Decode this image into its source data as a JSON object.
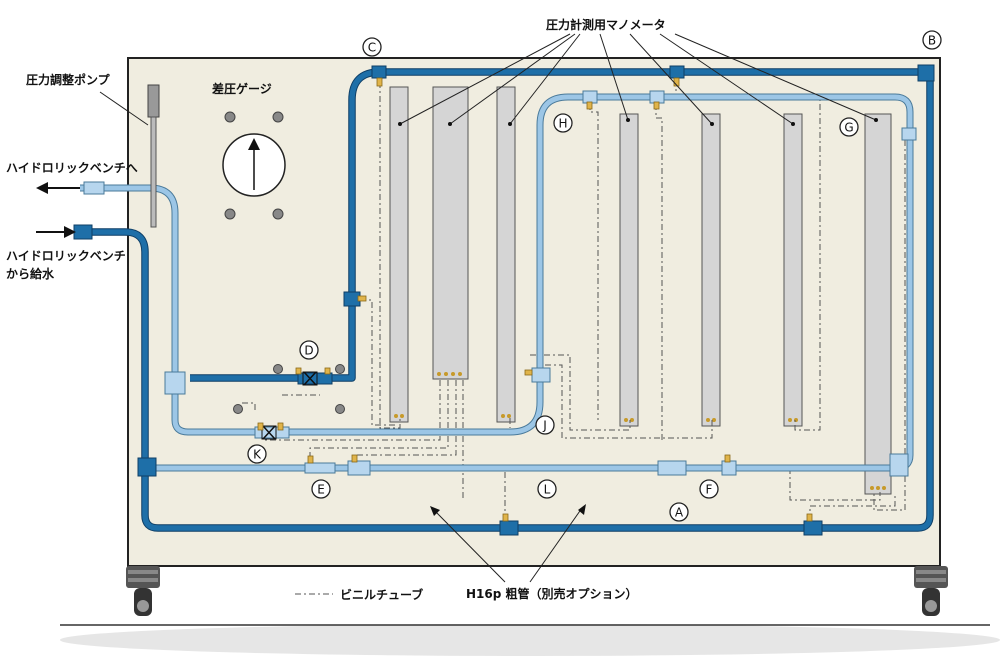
{
  "labels": {
    "manometer": "圧力計測用マノメータ",
    "pump": "圧力調整ポンプ",
    "diff_gauge": "差圧ゲージ",
    "to_bench": "ハイドロリックベンチへ",
    "from_bench_1": "ハイドロリックベンチ",
    "from_bench_2": "から給水",
    "vinyl_tube": "ビニルチューブ",
    "coarse_pipe": "H16p 粗管（別売オプション）"
  },
  "markers": [
    "A",
    "B",
    "C",
    "D",
    "E",
    "F",
    "G",
    "H",
    "J",
    "K",
    "L"
  ],
  "colors": {
    "pipe_dark": "#1e6fa8",
    "pipe_light": "#9cc6e6",
    "panel": "#f0ede0",
    "tap": "#e0b44a"
  }
}
